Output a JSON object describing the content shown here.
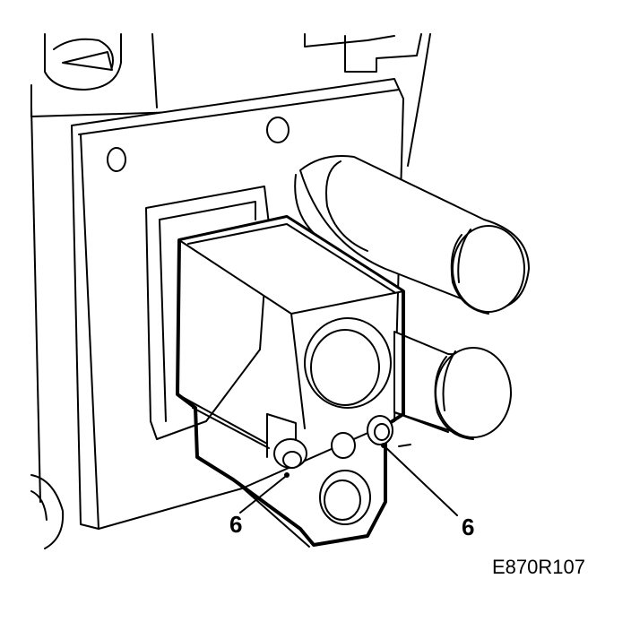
{
  "callouts": [
    {
      "id": "left",
      "label": "6"
    },
    {
      "id": "right",
      "label": "6"
    }
  ],
  "figure_code": "E870R107",
  "colors": {
    "line": "#000000",
    "background": "#ffffff"
  }
}
